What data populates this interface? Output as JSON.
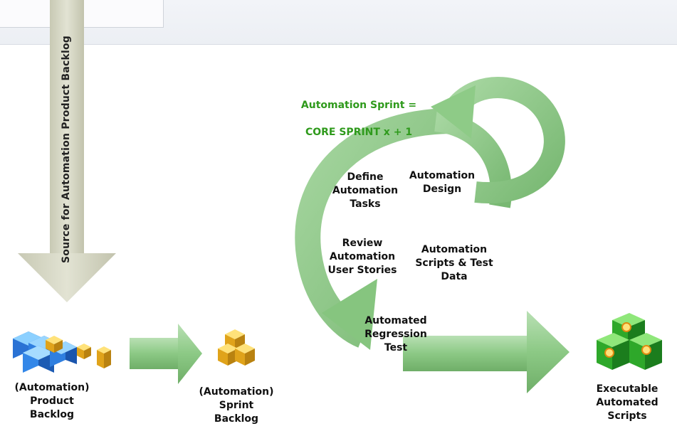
{
  "source_arrow": {
    "label": "Source for Automation Product Backlog"
  },
  "sprint_formula": {
    "line1": "Automation Sprint =",
    "line2": "CORE SPRINT x + 1"
  },
  "cycle_steps": {
    "define": "Define\nAutomation\nTasks",
    "design": "Automation\nDesign",
    "review": "Review\nAutomation\nUser Stories",
    "scripts": "Automation\nScripts & Test\nData",
    "regression": "Automated\nRegression\nTest"
  },
  "artifacts": {
    "product_backlog": "(Automation)\nProduct\nBacklog",
    "sprint_backlog": "(Automation)\nSprint\nBacklog",
    "executable_scripts": "Executable\nAutomated\nScripts"
  },
  "colors": {
    "arrow_green": "#8fc98a",
    "text_green": "#2f9a1c",
    "cube_blue": "#2f7fe0",
    "cube_gold": "#e8b020",
    "cube_green": "#2ea82a"
  },
  "icons": {
    "product_backlog": "blue-and-gold-cubes-icon",
    "sprint_backlog": "gold-cubes-icon",
    "executable_scripts": "green-cubes-with-spark-icon"
  }
}
